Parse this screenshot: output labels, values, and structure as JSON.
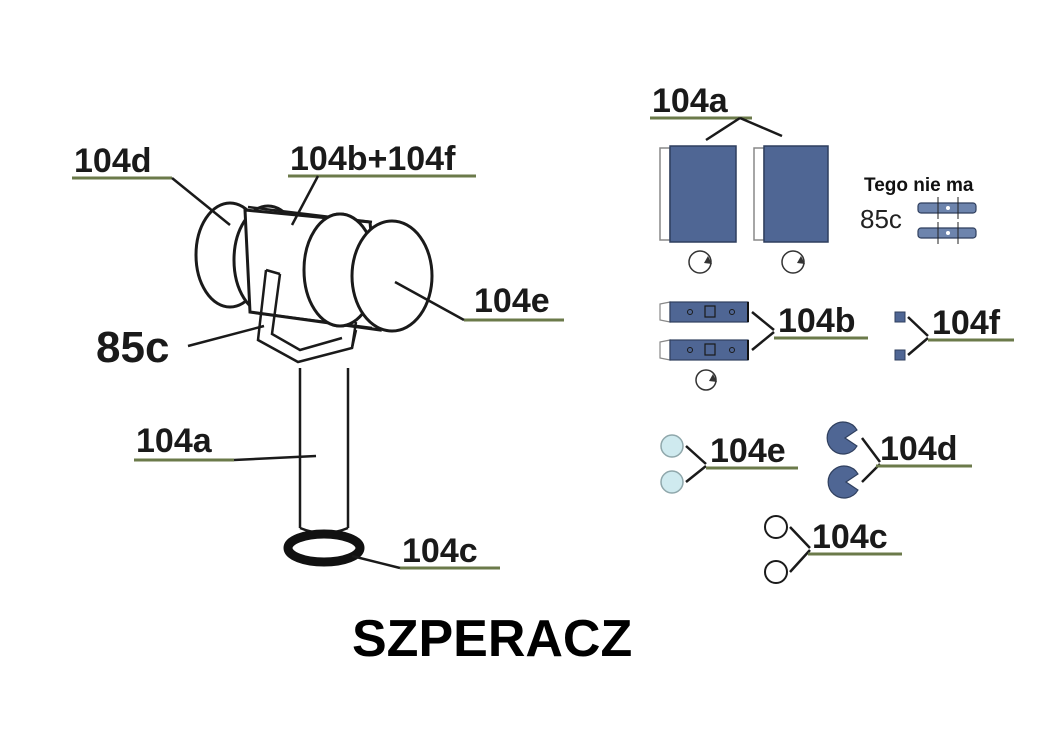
{
  "title": "SZPERACZ",
  "note": "Tego nie ma",
  "colors": {
    "panel_blue": "#4f6694",
    "panel_edge": "#2f3f5e",
    "light_cyan": "#cfeaef",
    "underline": "#6b7a4a",
    "ink": "#1a1a1a"
  },
  "assembly_labels": {
    "l104d": "104d",
    "l104bf": "104b+104f",
    "l104e": "104e",
    "l85c": "85c",
    "l104a": "104a",
    "l104c": "104c"
  },
  "parts_labels": {
    "p104a": "104a",
    "p85c": "85c",
    "p104b": "104b",
    "p104f": "104f",
    "p104e": "104e",
    "p104d": "104d",
    "p104c": "104c"
  }
}
